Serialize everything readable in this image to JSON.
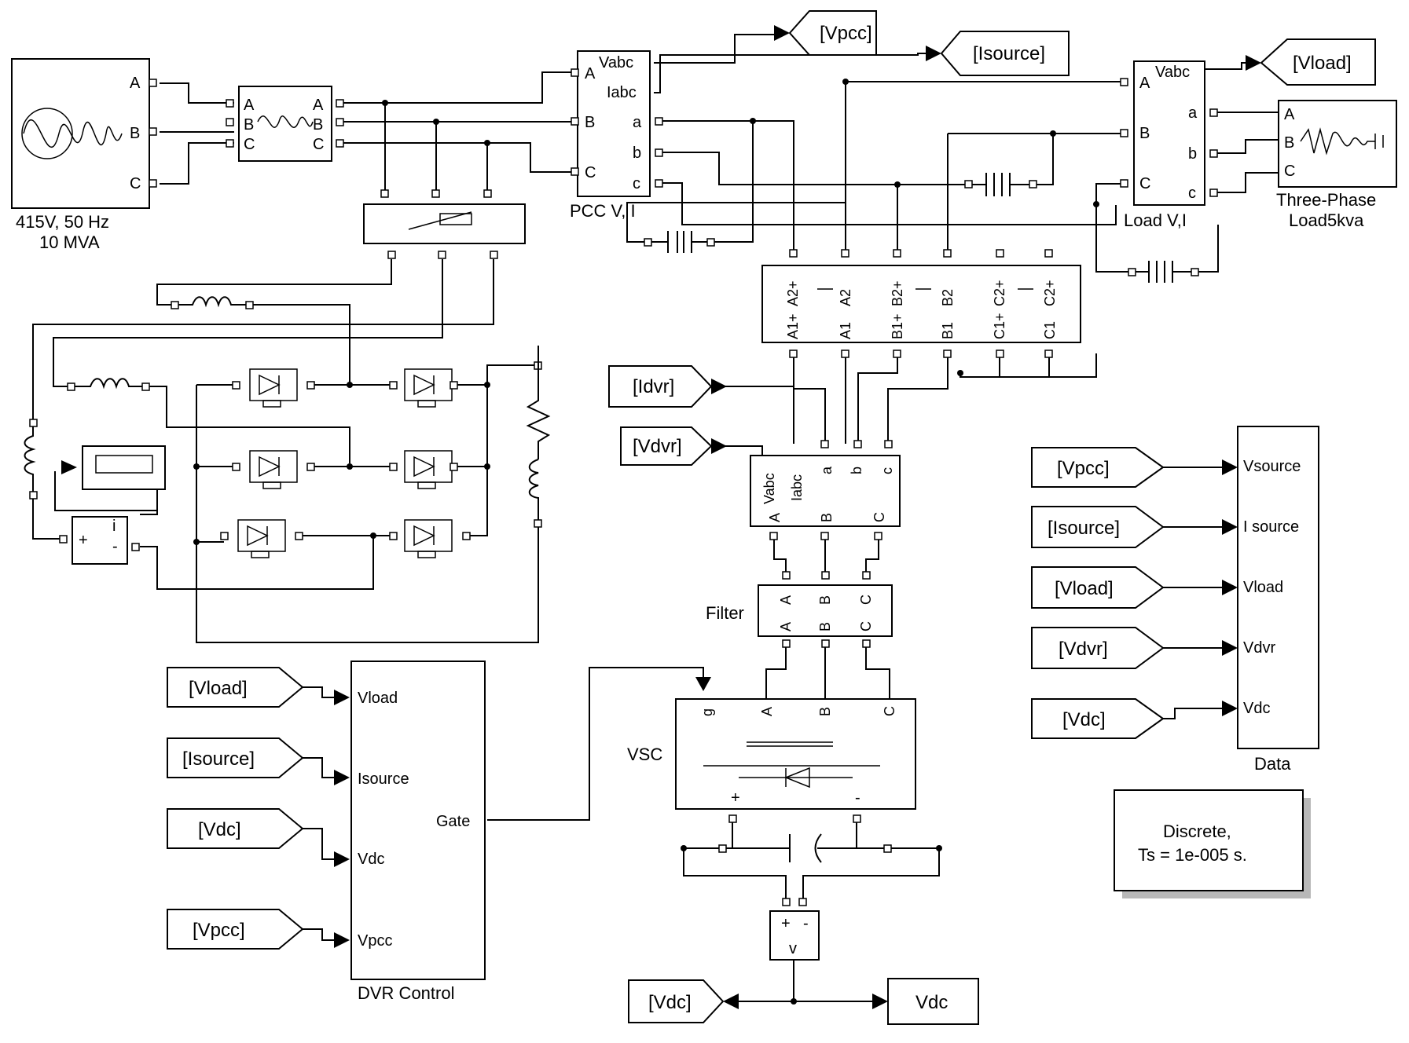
{
  "labels": {
    "source_line1": "415V, 50 Hz",
    "source_line2": "10 MVA",
    "pcc_meas": "PCC V, I",
    "load_meas": "Load V,I",
    "load_line1": "Three-Phase",
    "load_line2": "Load5kva",
    "filter": "Filter",
    "vsc": "VSC",
    "dvr_control": "DVR Control",
    "data": "Data",
    "powergui_line1": "Discrete,",
    "powergui_line2": "Ts = 1e-005 s.",
    "vdc_display": "Vdc"
  },
  "ports": {
    "A": "A",
    "B": "B",
    "C": "C",
    "a": "a",
    "b": "b",
    "c": "c",
    "Vabc": "Vabc",
    "Iabc": "Iabc",
    "A2plus": "A2+",
    "A2": "A2",
    "A1plus": "A1+",
    "A1": "A1",
    "B2plus": "B2+",
    "B2": "B2",
    "B1plus": "B1+",
    "B1": "B1",
    "C2plus": "C2+",
    "C2": "C2",
    "C1plus": "C1+",
    "C1": "C1",
    "g": "g",
    "plus": "+",
    "minus": "-",
    "v": "v",
    "i": "i",
    "Vsource": "Vsource",
    "Isource_data": "I source",
    "Vload": "Vload",
    "Vdvr": "Vdvr",
    "Vdc": "Vdc",
    "Isource": "Isource",
    "Vpcc": "Vpcc",
    "Gate": "Gate"
  },
  "goto_tags": {
    "vpcc": "[Vpcc]",
    "isource": "[Isource]",
    "vload": "[Vload]",
    "idvr": "[Idvr]",
    "vdvr": "[Vdvr]",
    "vdc": "[Vdc]"
  },
  "from_tags": {
    "data_vpcc": "[Vpcc]",
    "data_isource": "[Isource]",
    "data_vload": "[Vload]",
    "data_vdvr": "[Vdvr]",
    "data_vdc": "[Vdc]",
    "ctl_vload": "[Vload]",
    "ctl_isource": "[Isource]",
    "ctl_vdc": "[Vdc]",
    "ctl_vpcc": "[Vpcc]"
  }
}
